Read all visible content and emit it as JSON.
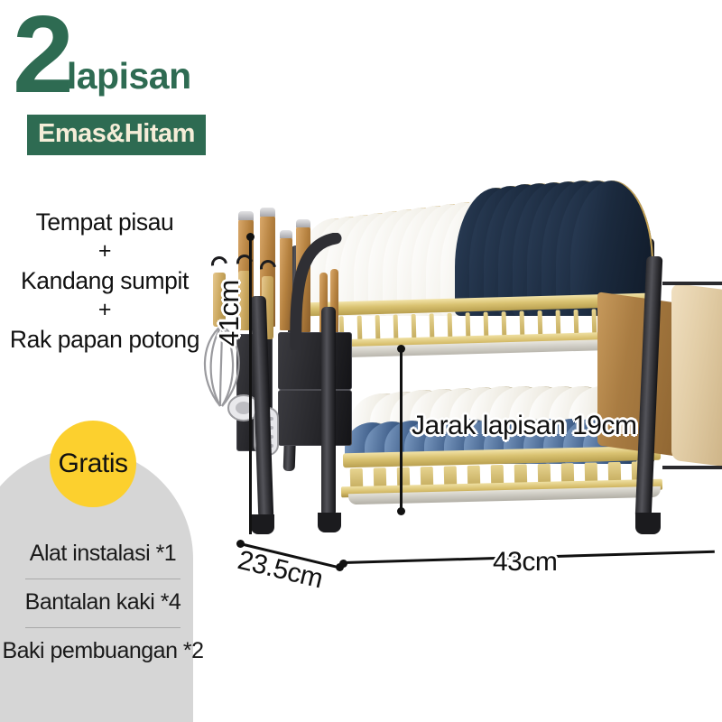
{
  "headline": {
    "tier_count": "2",
    "tier_word": "lapisan",
    "variant": "Emas&Hitam"
  },
  "features": {
    "item1": "Tempat pisau",
    "plus1": "+",
    "item2": "Kandang sumpit",
    "plus2": "+",
    "item3": "Rak papan potong"
  },
  "free": {
    "badge": "Gratis",
    "items": [
      "Alat instalasi *1",
      "Bantalan kaki *4",
      "Baki pembuangan *2"
    ]
  },
  "dimensions": {
    "height": "41cm",
    "tier_gap": "Jarak lapisan 19cm",
    "depth": "23.5cm",
    "width": "43cm"
  },
  "colors": {
    "brand_green": "#2e6b52",
    "badge_text": "#f5edd8",
    "free_yellow": "#fcd02e",
    "free_panel_gray": "#d6d6d6",
    "frame_black": "#2b2b2f",
    "rail_gold": "#d9c271",
    "plate_navy": "#1b2a3e",
    "plate_cream": "#f3f1ea",
    "plate_blue": "#42618c",
    "board_wood": "#a97c42",
    "text_dark": "#111111"
  }
}
